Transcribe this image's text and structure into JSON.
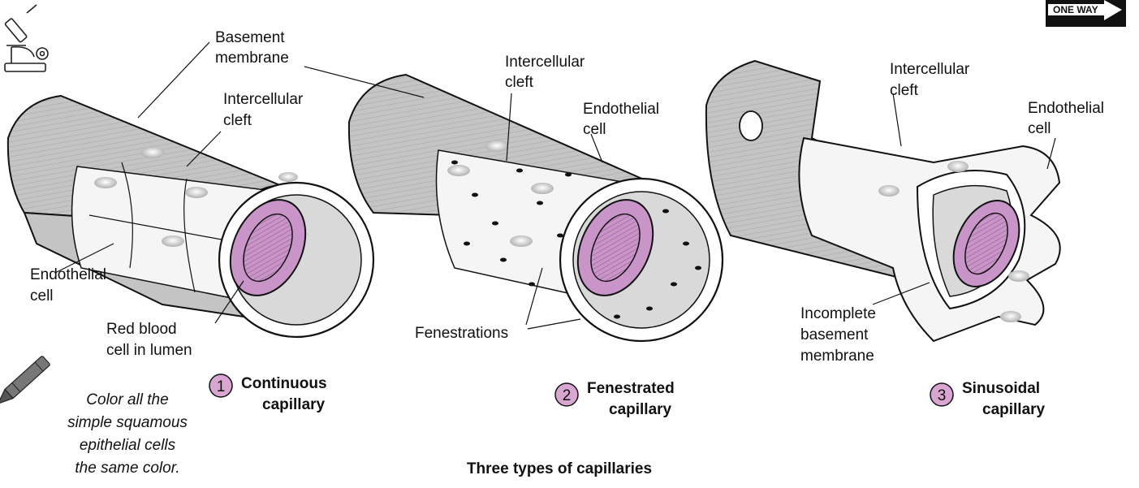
{
  "sign": {
    "text": "ONE WAY"
  },
  "labels": {
    "basement_membrane": [
      "Basement",
      "membrane"
    ],
    "c1_intercellular_cleft": [
      "Intercellular",
      "cleft"
    ],
    "c1_endothelial_cell": [
      "Endothelial",
      "cell"
    ],
    "c1_red_blood_cell": [
      "Red blood",
      "cell in lumen"
    ],
    "c2_intercellular_cleft": [
      "Intercellular",
      "cleft"
    ],
    "c2_endothelial_cell": [
      "Endothelial",
      "cell"
    ],
    "c2_fenestrations": "Fenestrations",
    "c3_intercellular_cleft": [
      "Intercellular",
      "cleft"
    ],
    "c3_endothelial_cell": [
      "Endothelial",
      "cell"
    ],
    "c3_incomplete_basement_membrane": [
      "Incomplete",
      "basement",
      "membrane"
    ]
  },
  "capillaries": [
    {
      "number": "1",
      "title": [
        "Continuous",
        "capillary"
      ]
    },
    {
      "number": "2",
      "title": [
        "Fenestrated",
        "capillary"
      ]
    },
    {
      "number": "3",
      "title": [
        "Sinusoidal",
        "capillary"
      ]
    }
  ],
  "instruction": [
    "Color all the",
    "simple squamous",
    "epithelial cells",
    "the same color."
  ],
  "figure_title": "Three types of capillaries",
  "colors": {
    "tube_outer": "#c4c4c4",
    "lumen": "#d9d9d9",
    "red_blood_cell": "#c994c7",
    "number_circle": "#d9a6d2",
    "ink": "#111111"
  },
  "icons": [
    "microscope-icon",
    "crayon-icon",
    "one-way-sign-icon"
  ]
}
